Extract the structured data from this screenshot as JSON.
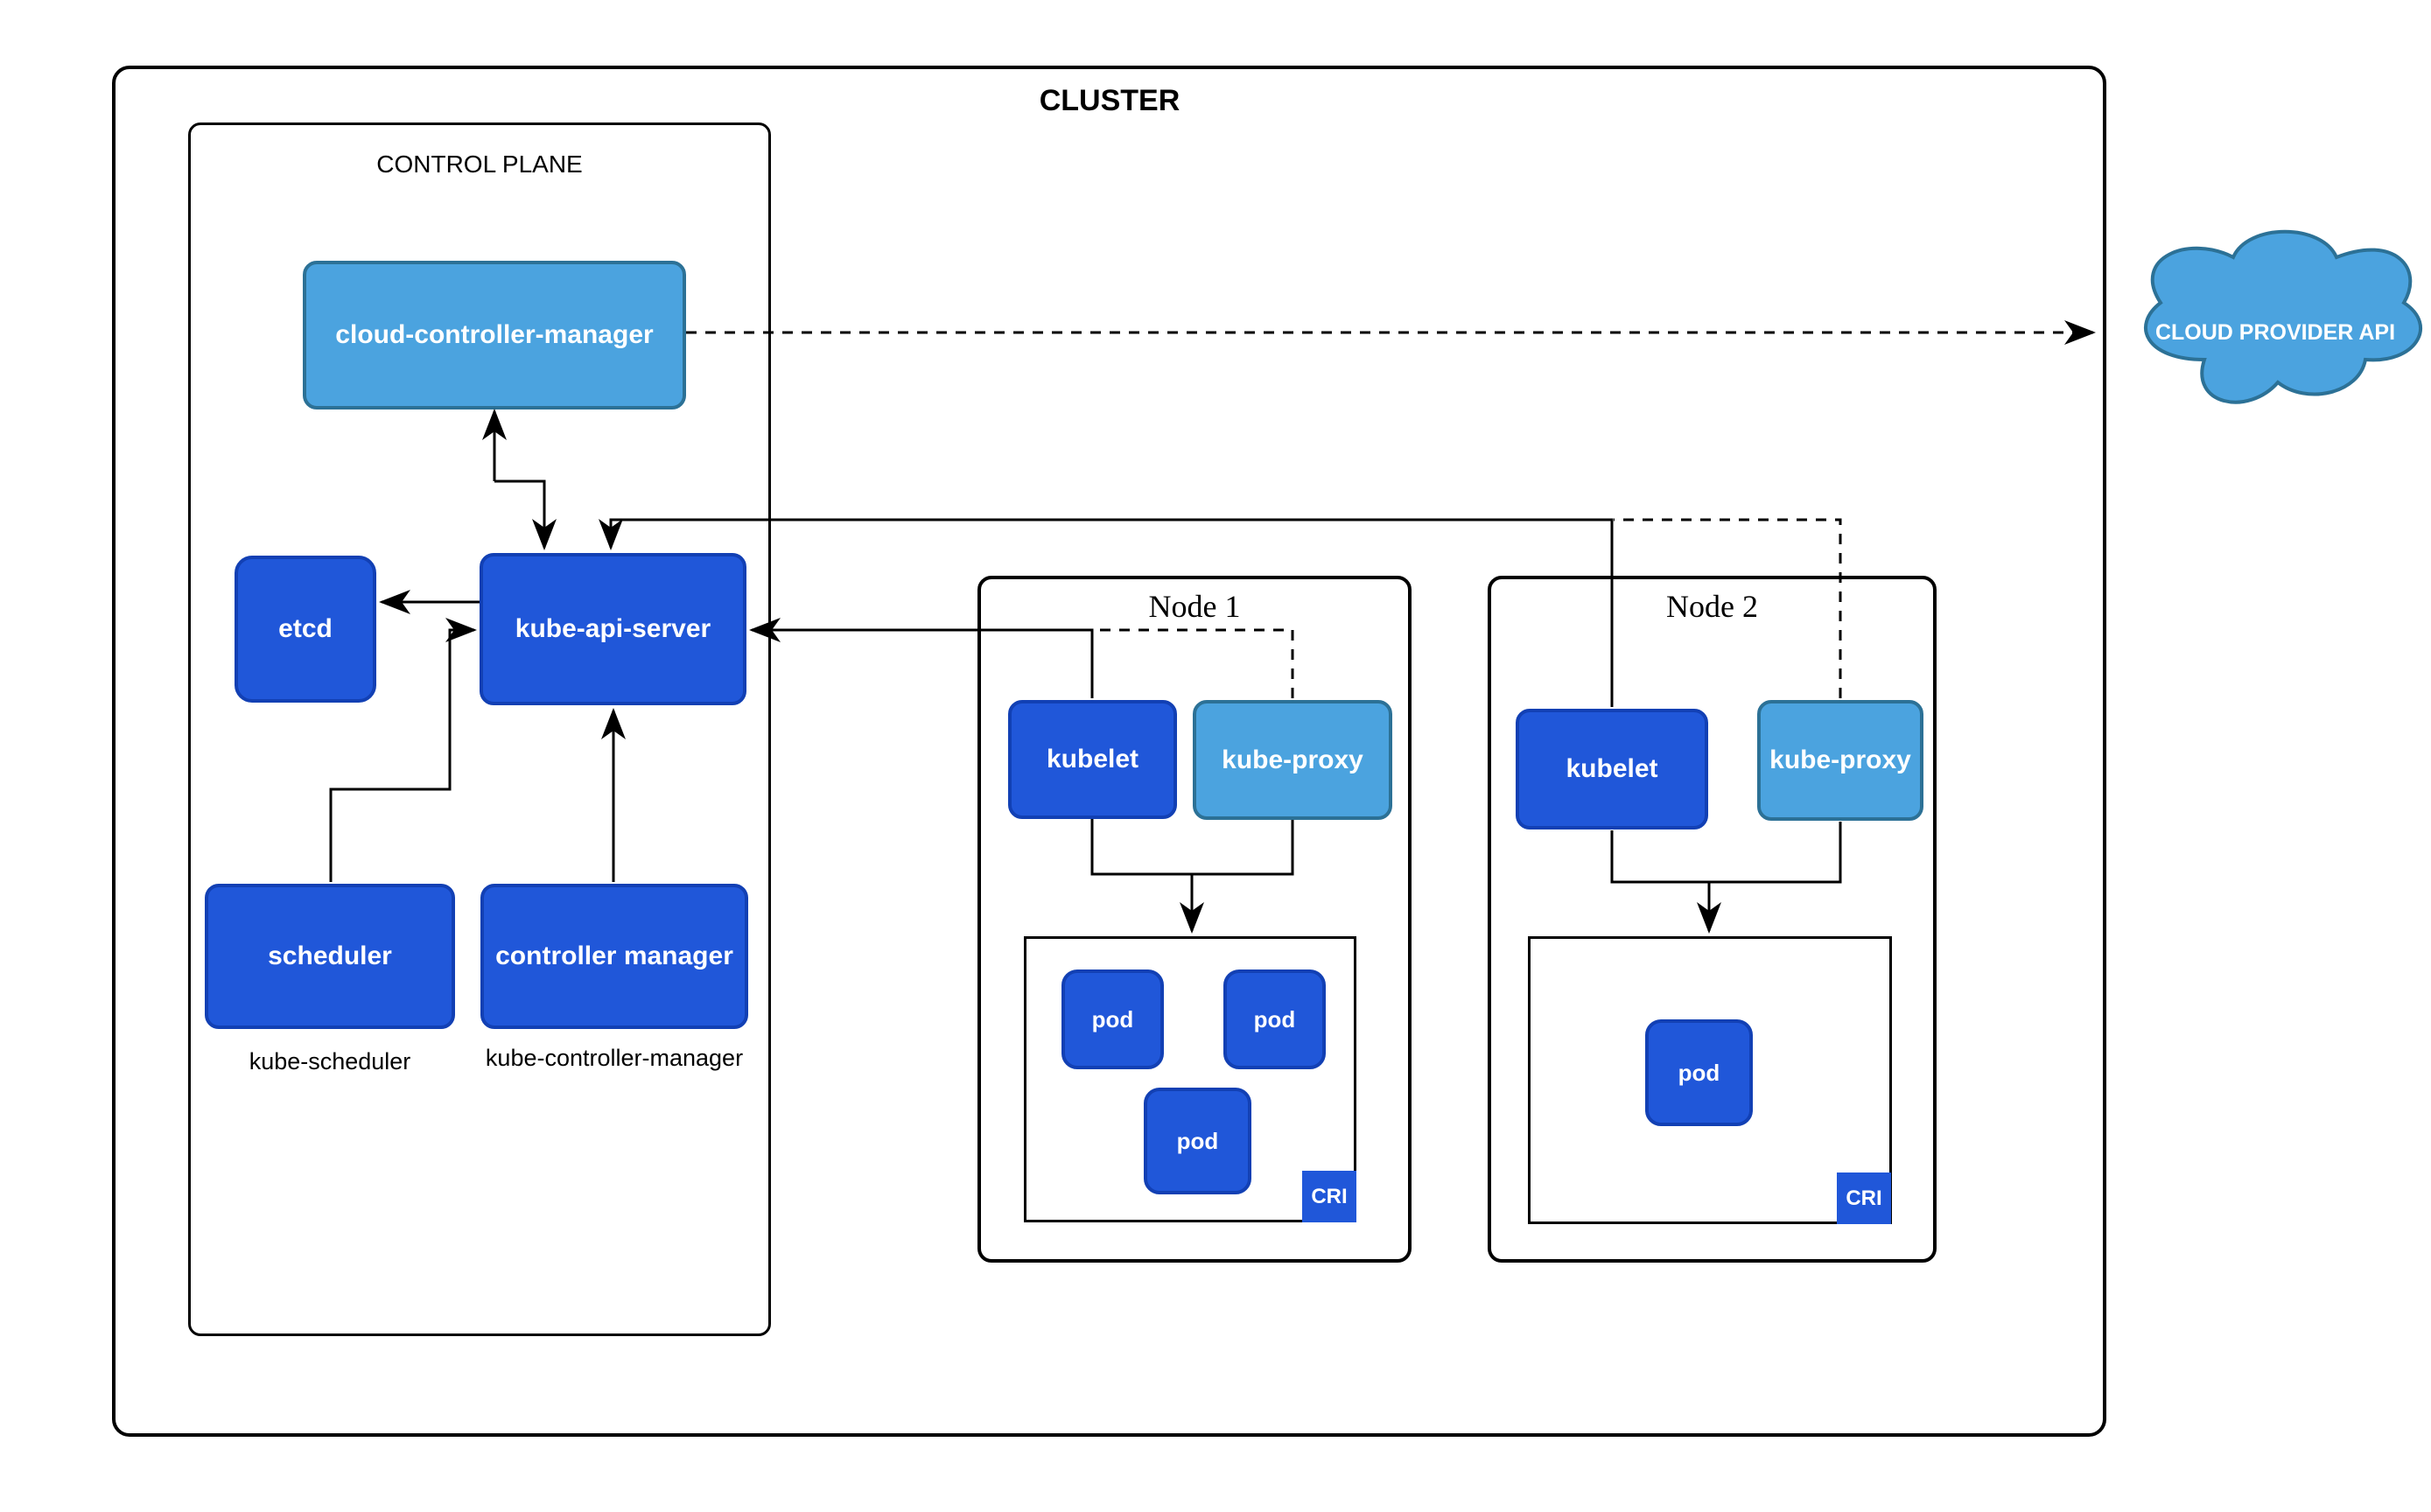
{
  "cluster": {
    "title": "CLUSTER"
  },
  "control_plane": {
    "title": "CONTROL PLANE",
    "cloud_controller_manager": {
      "label": "cloud-controller-manager"
    },
    "etcd": {
      "label": "etcd"
    },
    "kube_api_server": {
      "label": "kube-api-server"
    },
    "scheduler": {
      "label": "scheduler",
      "sublabel": "kube-scheduler"
    },
    "controller_manager": {
      "label": "controller manager",
      "sublabel": "kube-controller-manager"
    }
  },
  "nodes": [
    {
      "title": "Node 1",
      "kubelet": "kubelet",
      "kube_proxy": "kube-proxy",
      "pods": [
        "pod",
        "pod",
        "pod"
      ],
      "cri": "CRI"
    },
    {
      "title": "Node 2",
      "kubelet": "kubelet",
      "kube_proxy": "kube-proxy",
      "pods": [
        "pod"
      ],
      "cri": "CRI"
    }
  ],
  "cloud": {
    "label": "CLOUD PROVIDER API"
  },
  "colors": {
    "dark_blue": "#2057D9",
    "dark_blue_border": "#1240B4",
    "light_blue": "#4BA3DF",
    "light_blue_border": "#2C7196",
    "line": "#000000"
  },
  "edges": [
    {
      "from": "cloud-controller-manager",
      "to": "CLOUD PROVIDER API",
      "style": "dashed-arrow"
    },
    {
      "from": "cloud-controller-manager",
      "to": "kube-api-server",
      "style": "solid-arrows-both-ends"
    },
    {
      "from": "kube-api-server",
      "to": "etcd",
      "style": "solid-arrow"
    },
    {
      "from": "scheduler",
      "to": "kube-api-server",
      "style": "solid-arrow"
    },
    {
      "from": "controller manager",
      "to": "kube-api-server",
      "style": "solid-arrow"
    },
    {
      "from": "kubelet (Node 1)",
      "to": "kube-api-server",
      "style": "solid-arrow"
    },
    {
      "from": "kube-proxy (Node 1)",
      "to": "kube-api-server",
      "style": "dashed"
    },
    {
      "from": "kubelet (Node 2)",
      "to": "kube-api-server",
      "style": "solid-arrow"
    },
    {
      "from": "kube-proxy (Node 2)",
      "to": "kube-api-server",
      "style": "dashed"
    },
    {
      "from": "kubelet + kube-proxy (Node 1)",
      "to": "pods (Node 1)",
      "style": "solid-arrow"
    },
    {
      "from": "kubelet + kube-proxy (Node 2)",
      "to": "pods (Node 2)",
      "style": "solid-arrow"
    }
  ]
}
